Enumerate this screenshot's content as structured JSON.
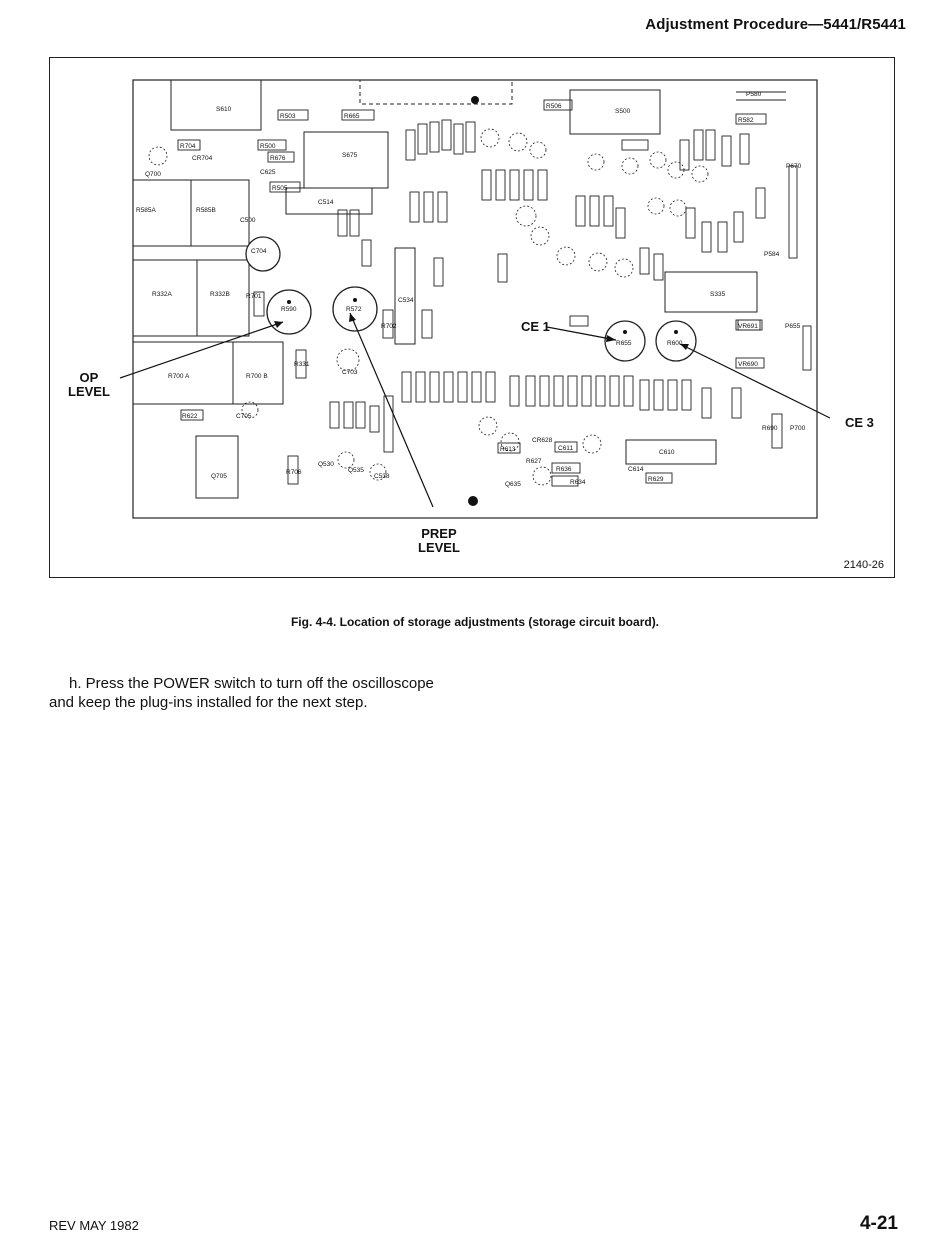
{
  "header": {
    "title": "Adjustment Procedure—5441/R5441"
  },
  "figure": {
    "number": "2140-26",
    "callouts": {
      "op_level_line1": "OP",
      "op_level_line2": "LEVEL",
      "prep_level_line1": "PREP",
      "prep_level_line2": "LEVEL",
      "ce1": "CE 1",
      "ce3": "CE 3"
    },
    "board_labels": {
      "s610": "S610",
      "s500": "S500",
      "s675": "S675",
      "s335": "S335",
      "r585a": "R585A",
      "r585b": "R585B",
      "r332a": "R332A",
      "r332b": "R332B",
      "r700a": "R700 A",
      "r700b": "R700 B",
      "c514": "C514",
      "c500": "C500",
      "c704": "C704",
      "c610": "C610",
      "c625": "C625",
      "q700": "Q700",
      "q705": "Q705",
      "r590": "R590",
      "r572": "R572",
      "r655": "R655",
      "r600": "R600",
      "p580": "P580",
      "p670": "P670",
      "p584": "P584",
      "p700": "P700",
      "p655": "P655",
      "r503": "R503",
      "r665": "R665",
      "r506": "R506",
      "r582": "R582",
      "r704": "R704",
      "cr704": "CR704",
      "r500": "R500",
      "r676": "R676",
      "r505": "R505",
      "vr691": "VR691",
      "vr690": "VR690",
      "r622": "R622",
      "c705": "C705",
      "q530": "Q530",
      "q535": "Q535",
      "c538": "C538",
      "q635": "Q635",
      "r634": "R634",
      "r629": "R629",
      "r636": "R636",
      "c614": "C614",
      "r627": "R627",
      "r613": "R613",
      "c611": "C611",
      "cr628": "CR628",
      "r690": "R690",
      "r701": "R701",
      "r706": "R706",
      "r331": "R331",
      "c703": "C703",
      "c534": "C534",
      "r702": "R702"
    }
  },
  "caption": "Fig. 4-4. Location of storage adjustments (storage circuit board).",
  "body": {
    "step_h_line1": "h. Press the POWER switch to turn off the oscilloscope",
    "step_h_line2": "and keep the plug-ins installed for the next step."
  },
  "footer": {
    "revision": "REV MAY 1982",
    "page": "4-21"
  }
}
